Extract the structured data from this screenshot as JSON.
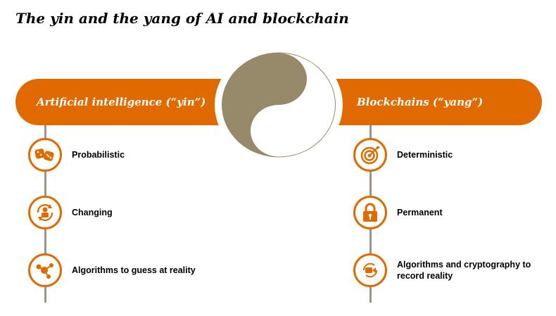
{
  "title": "The yin and the yang of AI and blockchain",
  "colors": {
    "accent": "#e06a00",
    "yinyang_dark": "#978a6b",
    "line": "#9b9488"
  },
  "left": {
    "heading": "Artificial intelligence (“yin”)",
    "items": [
      {
        "label": "Probabilistic",
        "icon": "dice-icon"
      },
      {
        "label": "Changing",
        "icon": "refresh-person-icon"
      },
      {
        "label": "Algorithms to guess at reality",
        "icon": "network-nodes-icon"
      }
    ]
  },
  "right": {
    "heading": "Blockchains (“yang”)",
    "items": [
      {
        "label": "Deterministic",
        "icon": "target-icon"
      },
      {
        "label": "Permanent",
        "icon": "padlock-icon"
      },
      {
        "label": "Algorithms and cryptography to record reality",
        "icon": "video-record-icon"
      }
    ]
  }
}
